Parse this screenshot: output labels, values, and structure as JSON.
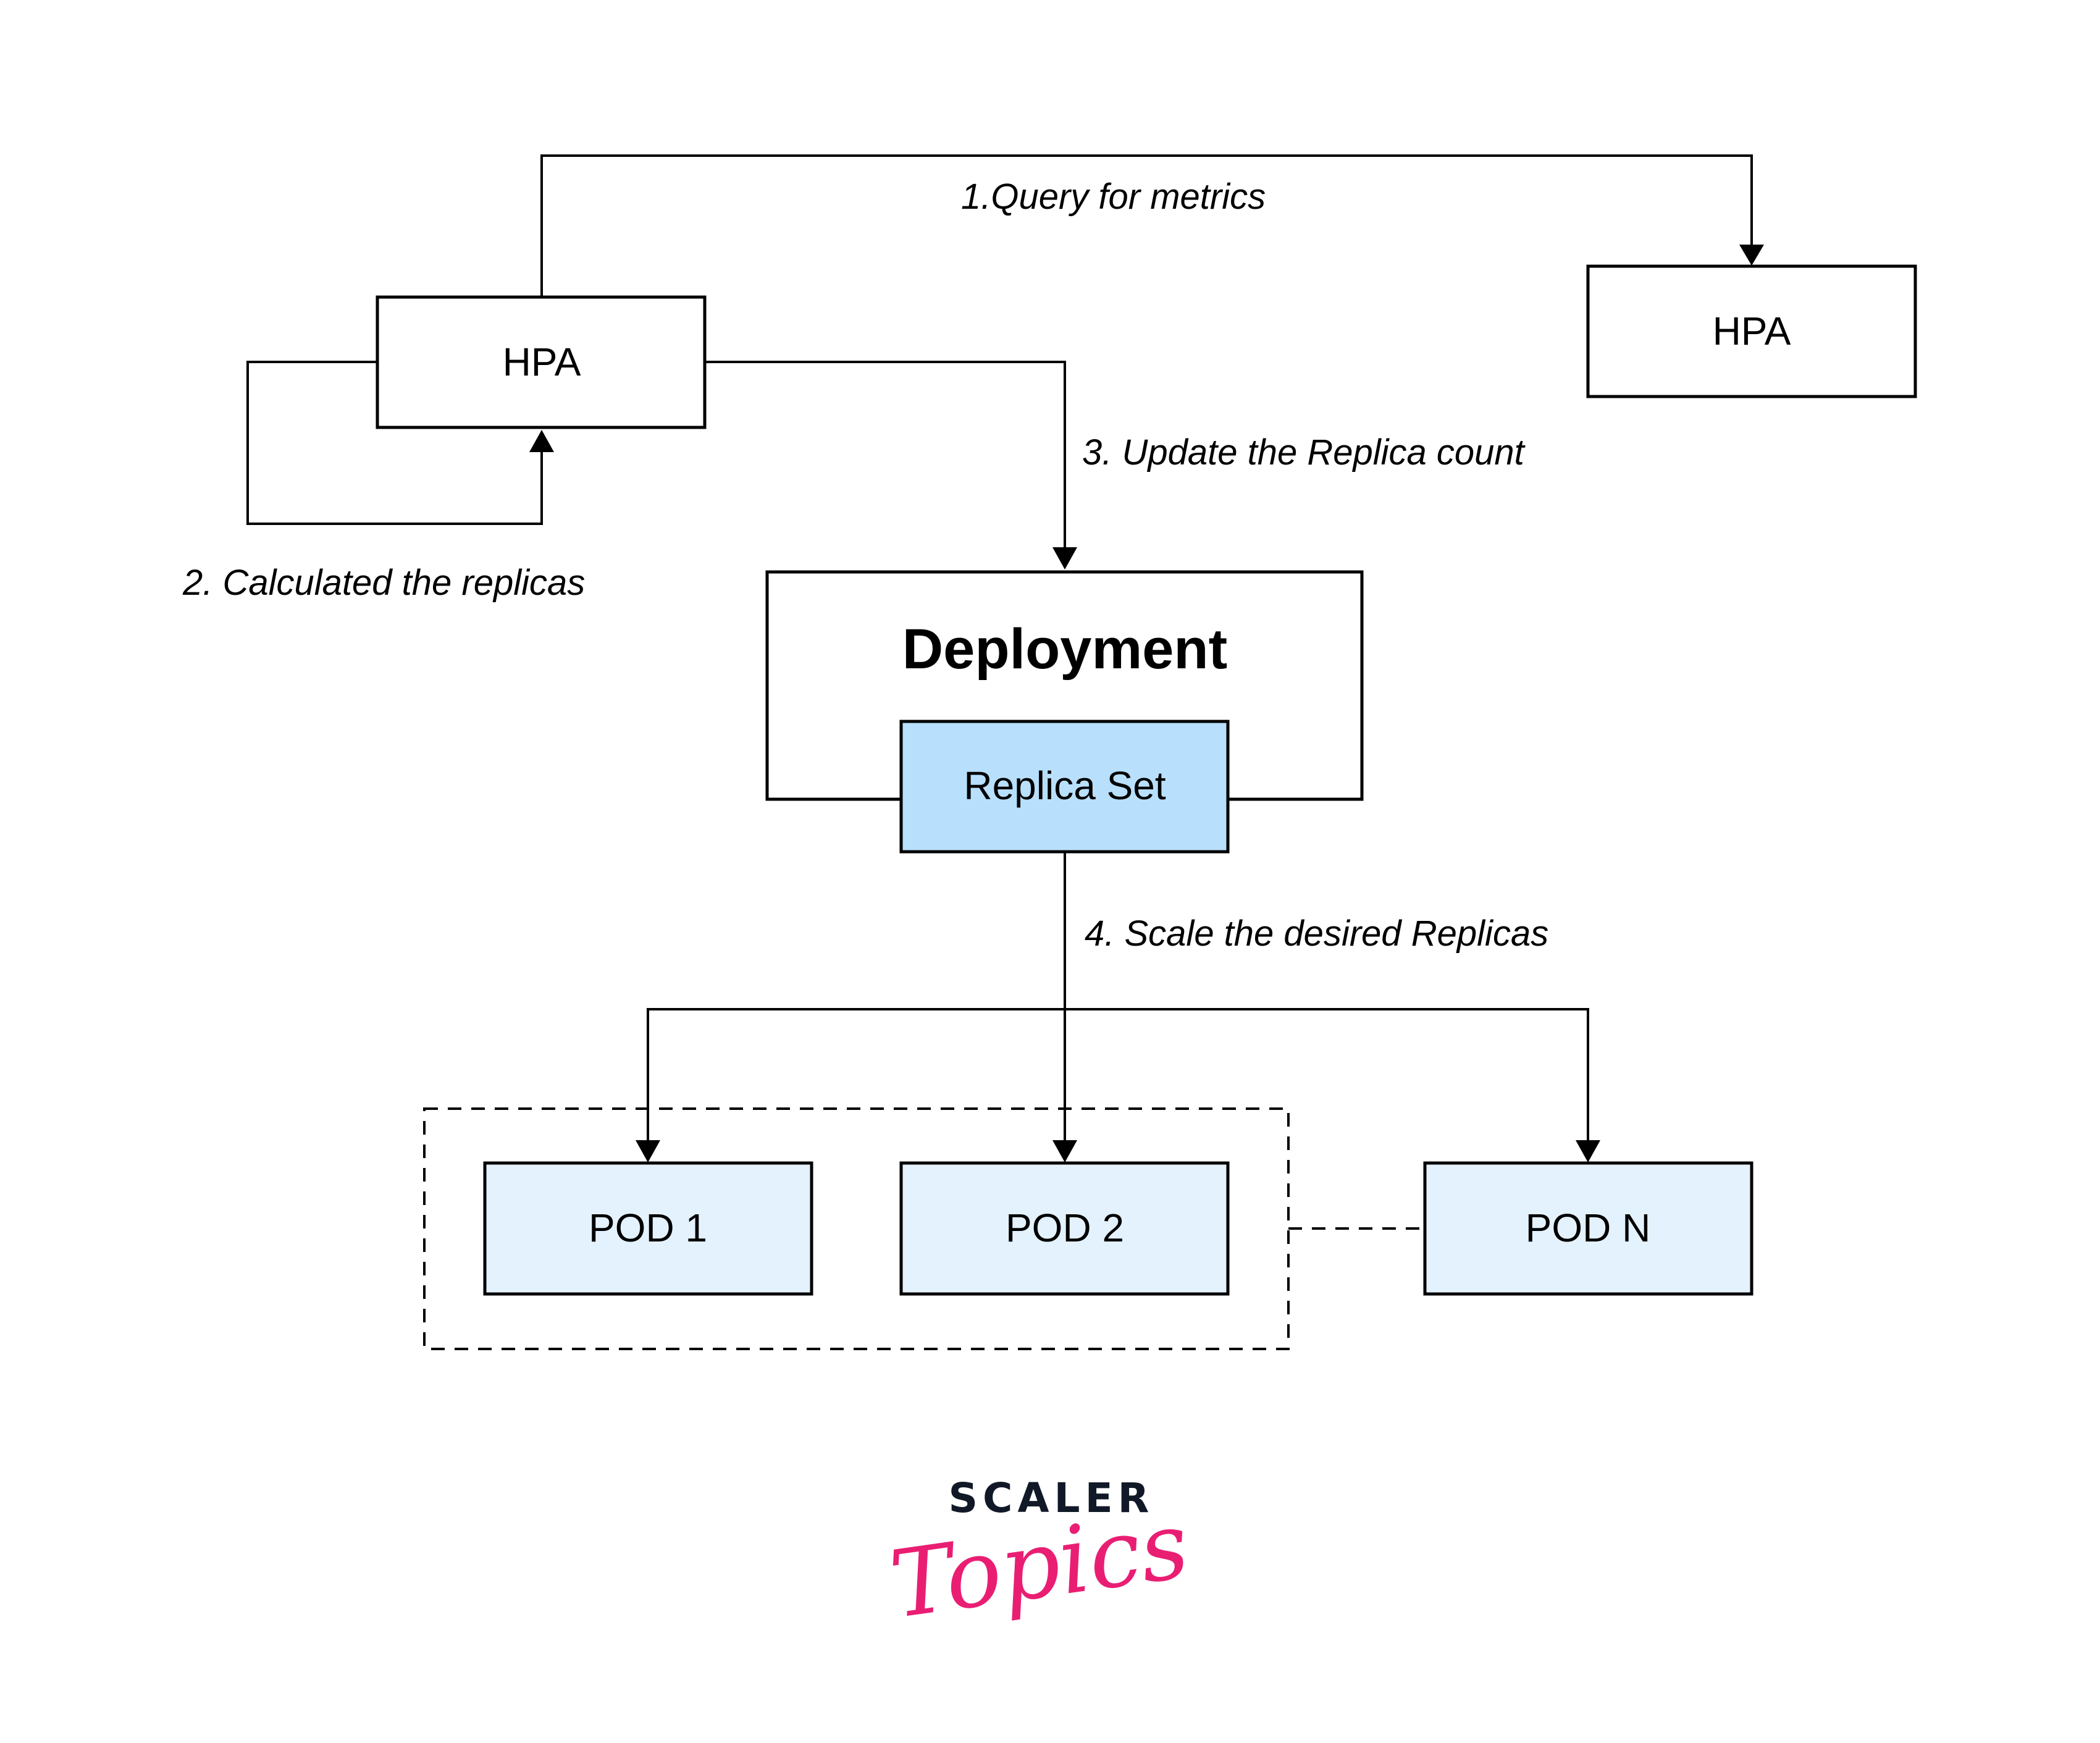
{
  "diagram": {
    "nodes": {
      "hpa_source": {
        "label": "HPA"
      },
      "hpa_metrics": {
        "label": "HPA"
      },
      "deployment": {
        "label": "Deployment"
      },
      "replica_set": {
        "label": "Replica Set"
      },
      "pod_1": {
        "label": "POD 1"
      },
      "pod_2": {
        "label": "POD 2"
      },
      "pod_n": {
        "label": "POD N"
      }
    },
    "edges": {
      "query_metrics": {
        "label": "1.Query for metrics",
        "from": "HPA",
        "to": "HPA"
      },
      "calculate_replicas": {
        "label": "2. Calculated the replicas",
        "from": "HPA",
        "to": "HPA"
      },
      "update_replica_count": {
        "label": "3. Update the Replica count",
        "from": "HPA",
        "to": "Deployment"
      },
      "scale_replicas": {
        "label": "4. Scale the desired Replicas",
        "from": "Replica Set",
        "to": [
          "POD 1",
          "POD 2",
          "POD N"
        ]
      }
    },
    "colors": {
      "replica_set_fill": "#b8dffc",
      "pod_fill": "#e3f2fd",
      "stroke": "#000000",
      "logo_dark": "#111827",
      "logo_pink": "#e91e73"
    }
  },
  "logo": {
    "top": "SCALER",
    "bottom": "Topics"
  }
}
